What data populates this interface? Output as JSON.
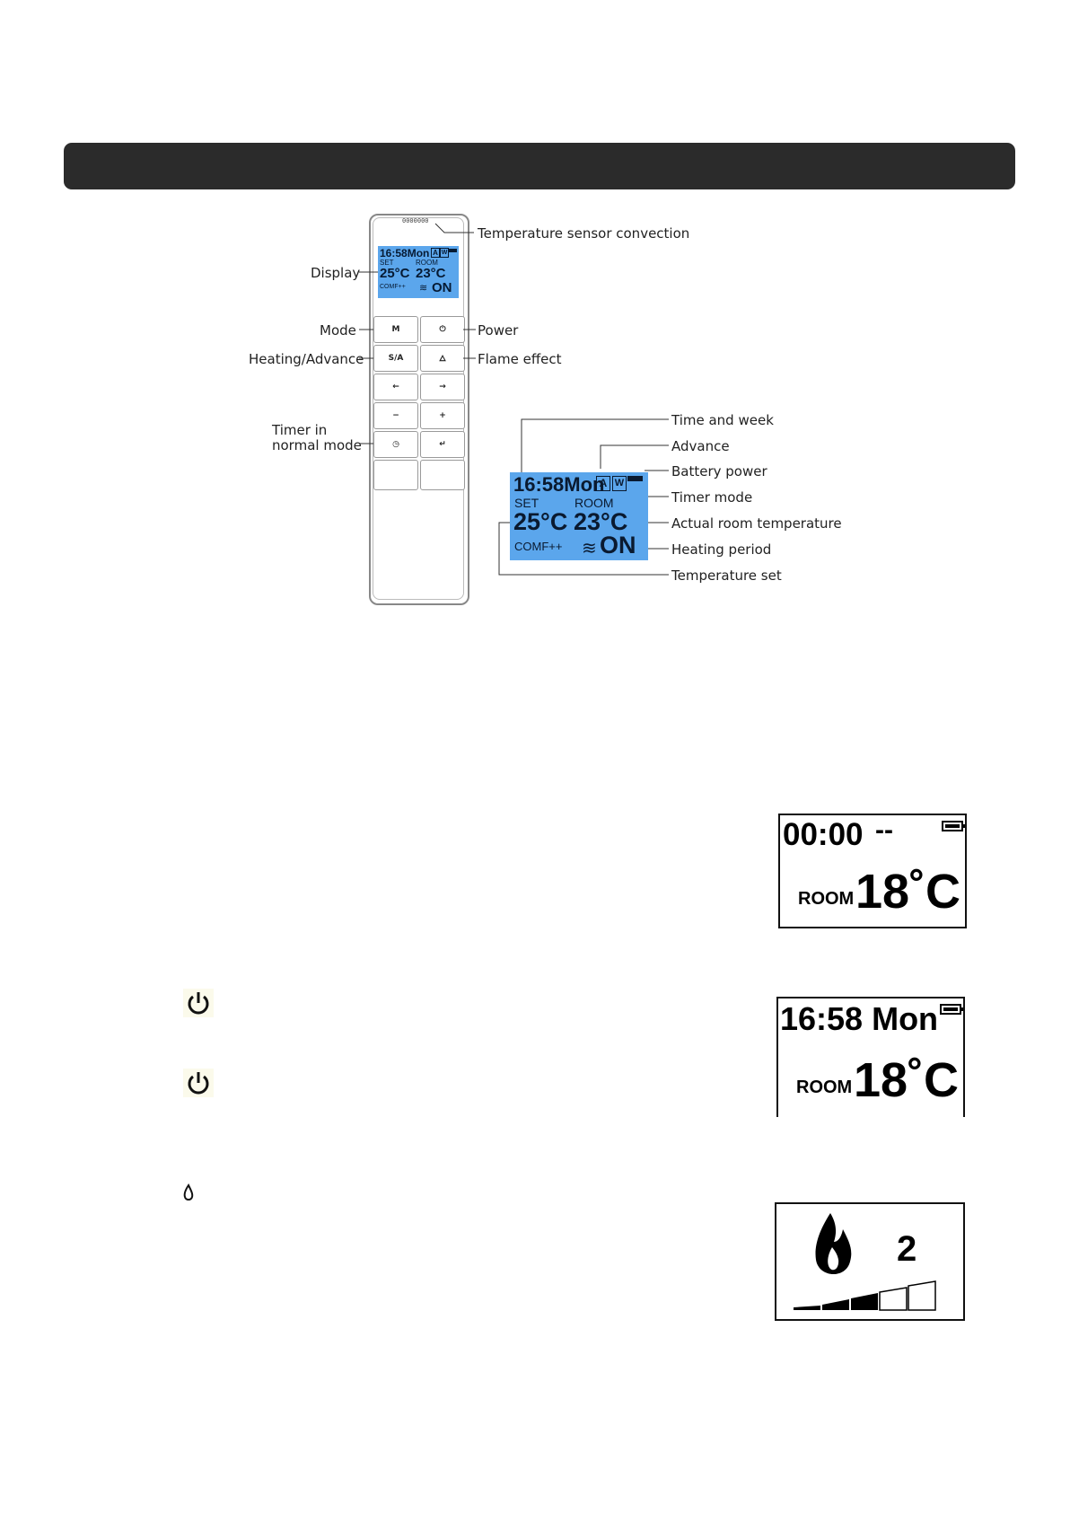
{
  "remote": {
    "sensor_dots": "0000000",
    "lcd": {
      "time": "16:58Mon",
      "advance_icon": "A",
      "timer_icon": "W",
      "set_label": "SET",
      "room_label": "ROOM",
      "set_temp": "25°C",
      "room_temp": "23°C",
      "comfort": "COMF++",
      "heat_state": "ON"
    },
    "buttons": [
      {
        "name": "mode-button",
        "label": "M"
      },
      {
        "name": "power-button",
        "label": "⏻"
      },
      {
        "name": "heating-advance-button",
        "label": "S/A"
      },
      {
        "name": "flame-button",
        "label": "🜂"
      },
      {
        "name": "left-button",
        "label": "←"
      },
      {
        "name": "right-button",
        "label": "→"
      },
      {
        "name": "minus-button",
        "label": "−"
      },
      {
        "name": "plus-button",
        "label": "+"
      },
      {
        "name": "timer-button",
        "label": "◷"
      },
      {
        "name": "enter-button",
        "label": "↵"
      }
    ]
  },
  "labels": {
    "display": "Display",
    "mode": "Mode",
    "heating_advance": "Heating/Advance",
    "timer_line1": "Timer in",
    "timer_line2": "normal mode",
    "temp_sensor": "Temperature sensor convection",
    "power": "Power",
    "flame_effect": "Flame effect",
    "time_week": "Time and week",
    "advance": "Advance",
    "battery": "Battery power",
    "timer_mode": "Timer mode",
    "actual_room_temp": "Actual room temperature",
    "heating_period": "Heating period",
    "temperature_set": "Temperature set"
  },
  "big_lcd": {
    "time": "16:58Mon",
    "advance_icon": "A",
    "timer_icon": "W",
    "set_label": "SET",
    "room_label": "ROOM",
    "set_temp": "25°C",
    "room_temp": "23°C",
    "comfort": "COMF++",
    "heat_state": "ON"
  },
  "screen1": {
    "time": "00:00",
    "day": "--",
    "room_label": "ROOM",
    "temp": "18˚C"
  },
  "screen2": {
    "time": "16:58 Mon",
    "room_label": "ROOM",
    "temp": "18˚C"
  },
  "screen3": {
    "level": "2",
    "level_fraction": 0.6
  },
  "icons": {
    "power_icon_1": "power-icon",
    "power_icon_2": "power-icon",
    "flame_icon": "flame-icon"
  },
  "colors": {
    "lcd_blue": "#5ba6ec",
    "header_bar": "#2b2b2b"
  }
}
